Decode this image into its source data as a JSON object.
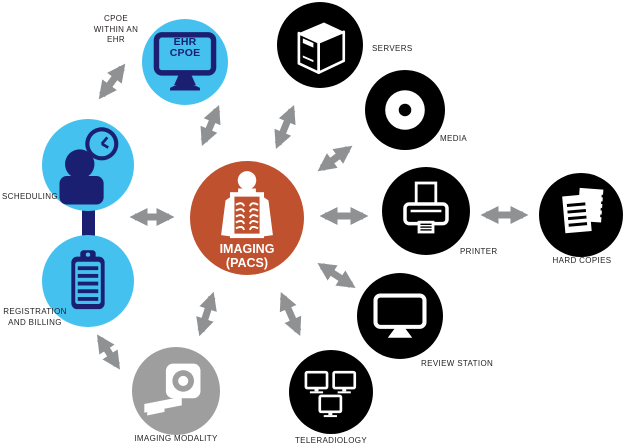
{
  "colors": {
    "node_blue": "#45c1f0",
    "node_navy": "#1a1f71",
    "node_black": "#000000",
    "node_gray": "#9e9e9e",
    "center_orange": "#c0512e",
    "arrow_gray": "#8f9193",
    "label_color": "#231f20"
  },
  "center": {
    "label": "IMAGING\n(PACS)",
    "icon": "xray-patient-icon"
  },
  "nodes": {
    "cpoe": {
      "label": "CPOE\nWITHIN AN\nEHR",
      "screen_text": "EHR\nCPOE",
      "icon": "ehr-monitor-icon"
    },
    "servers": {
      "label": "SERVERS",
      "icon": "server-tower-icon"
    },
    "media": {
      "label": "MEDIA",
      "icon": "cd-disc-icon"
    },
    "scheduling": {
      "label": "SCHEDULING",
      "icon": "person-clock-icon"
    },
    "registration": {
      "label": "REGISTRATION\nAND BILLING",
      "icon": "clipboard-icon"
    },
    "imaging_modality": {
      "label": "IMAGING MODALITY",
      "icon": "ct-scanner-icon"
    },
    "teleradiology": {
      "label": "TELERADIOLOGY",
      "icon": "three-monitors-icon"
    },
    "review_station": {
      "label": "REVIEW STATION",
      "icon": "monitor-icon"
    },
    "printer": {
      "label": "PRINTER",
      "icon": "printer-icon"
    },
    "hard_copies": {
      "label": "HARD COPIES",
      "icon": "documents-icon"
    }
  },
  "connections": [
    "scheduling - cpoe",
    "cpoe - imaging_pacs",
    "imaging_pacs - servers",
    "imaging_pacs - media",
    "scheduling_registration - imaging_pacs",
    "imaging_pacs - printer",
    "printer - hard_copies",
    "imaging_pacs - review_station",
    "imaging_pacs - teleradiology",
    "imaging_pacs - imaging_modality",
    "registration - imaging_modality"
  ]
}
